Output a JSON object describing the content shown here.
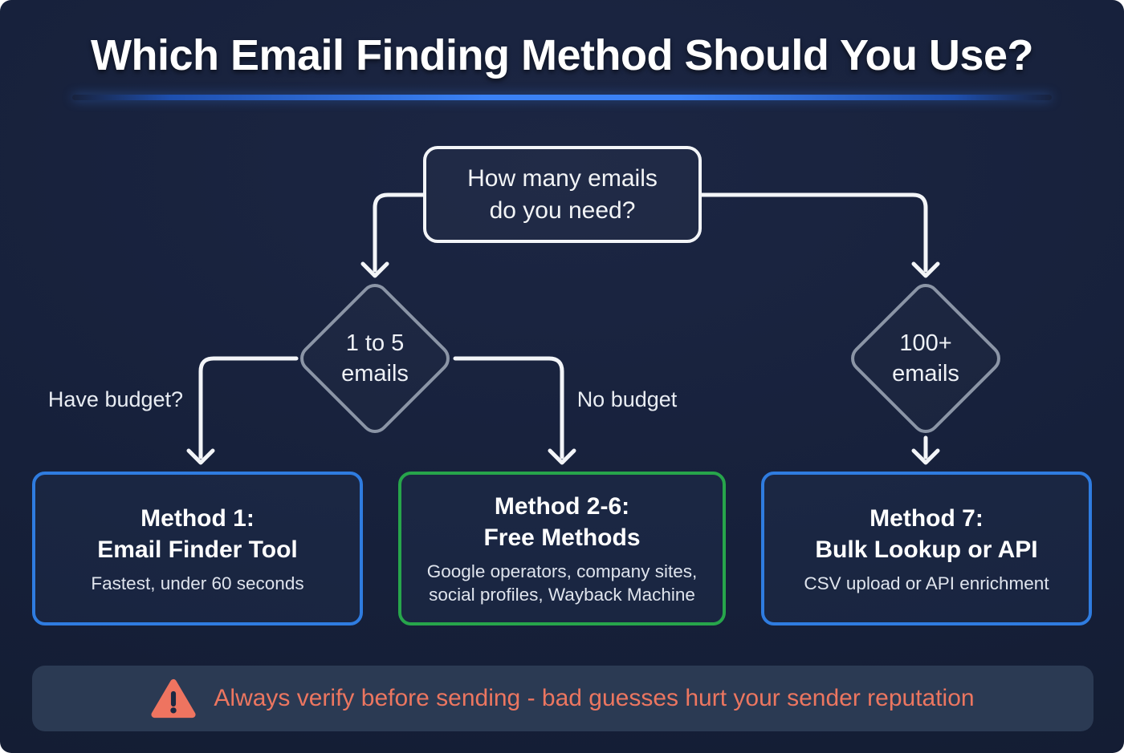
{
  "colors": {
    "background": "#16203a",
    "flow_line": "#f3f5f8",
    "diamond_border": "#8b95a6",
    "blue_accent": "#2f7ce0",
    "green_accent": "#27a54b",
    "underline_blue": "#3b82f6",
    "warning_bg": "#2b3a53",
    "warning_accent": "#ee7460"
  },
  "title": "Which Email Finding Method Should You Use?",
  "flowchart": {
    "root_question": {
      "line1": "How many emails",
      "line2": "do you need?"
    },
    "decision_left": {
      "line1": "1 to 5",
      "line2": "emails"
    },
    "decision_right": {
      "line1": "100+",
      "line2": "emails"
    },
    "edge_labels": {
      "have_budget": "Have budget?",
      "no_budget": "No budget"
    },
    "methods": [
      {
        "title1": "Method 1:",
        "title2": "Email Finder Tool",
        "sub1": "Fastest, under 60 seconds",
        "border": "#2f7ce0"
      },
      {
        "title1": "Method 2-6:",
        "title2": "Free Methods",
        "sub1": "Google operators, company sites,",
        "sub2": "social profiles, Wayback Machine",
        "border": "#27a54b"
      },
      {
        "title1": "Method 7:",
        "title2": "Bulk Lookup or API",
        "sub1": "CSV upload or API enrichment",
        "border": "#2f7ce0"
      }
    ]
  },
  "warning": {
    "icon": "warning-triangle-icon",
    "text": "Always verify before sending - bad guesses hurt your sender reputation"
  }
}
